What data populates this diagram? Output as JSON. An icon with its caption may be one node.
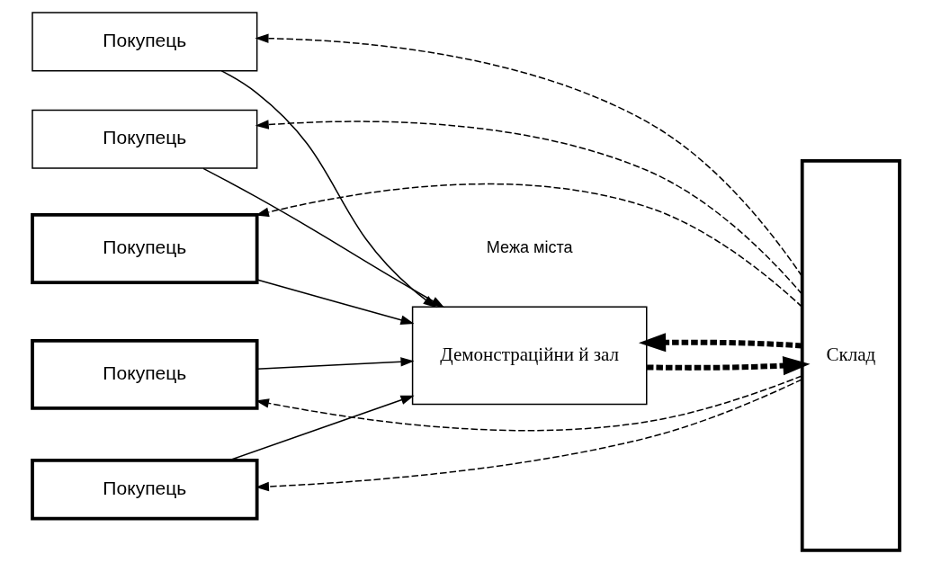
{
  "diagram": {
    "nodes": [
      {
        "text": [
          "Покупець"
        ]
      },
      {
        "text": [
          "Склад"
        ]
      },
      {
        "text": [
          "Покупець"
        ]
      },
      {
        "text": [
          "Покупець"
        ]
      },
      {
        "text": [
          "Покупець"
        ]
      },
      {
        "text": [
          "Демонстраційни й зал"
        ]
      },
      {
        "text": [
          "Покупець"
        ]
      }
    ],
    "edges": [
      {
        "from": 1,
        "to": 0,
        "arrow": "to",
        "style": "dashed"
      },
      {
        "from": 0,
        "to": 5,
        "arrow": "to"
      },
      {
        "from": 1,
        "to": 2,
        "arrow": "to",
        "style": "dashed"
      },
      {
        "from": 2,
        "to": 5,
        "arrow": "to"
      },
      {
        "from": 3,
        "to": 5,
        "arrow": "to"
      },
      {
        "from": 4,
        "to": 5,
        "arrow": "to"
      },
      {
        "from": 6,
        "to": 5,
        "arrow": "to"
      },
      {
        "from": 5,
        "to": 1,
        "arrow": "to",
        "style": "dashed"
      },
      {
        "from": 1,
        "to": 5,
        "arrow": "to",
        "style": "dashed"
      },
      {
        "from": 1,
        "to": 4,
        "arrow": "to",
        "style": "dashed"
      },
      {
        "from": 1,
        "to": 3,
        "arrow": "to",
        "style": "dashed"
      },
      {
        "from": 1,
        "to": 6,
        "arrow": "to",
        "style": "dashed"
      }
    ],
    "labels": [
      "Межа міста"
    ]
  }
}
